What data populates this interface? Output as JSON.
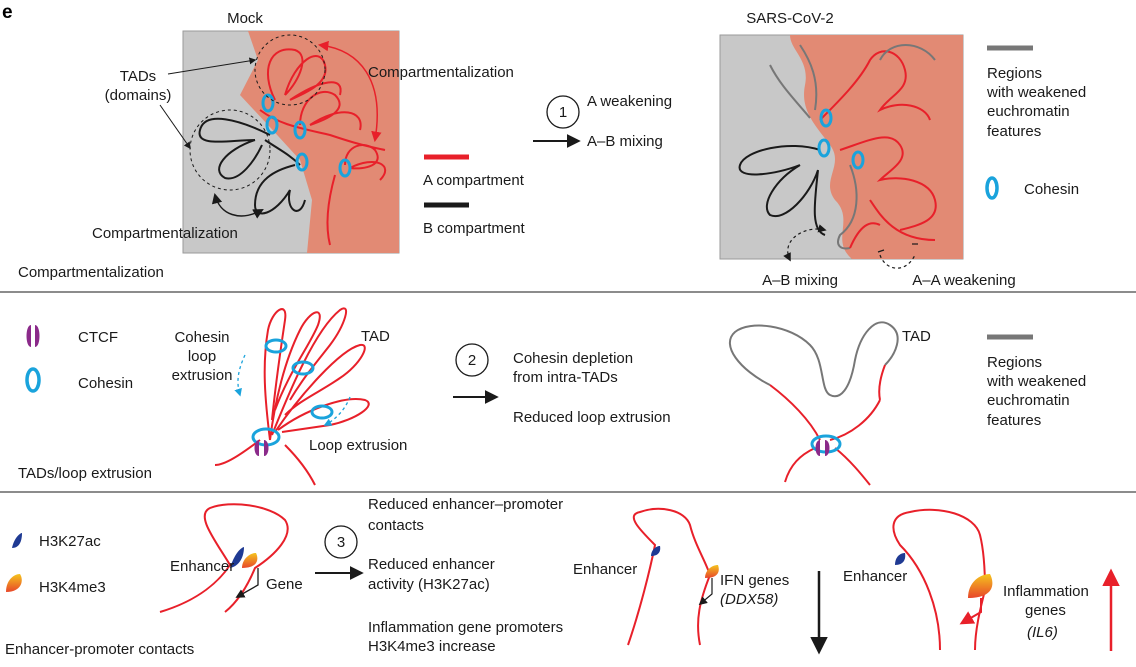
{
  "panel_letter": "e",
  "colors": {
    "a_compartment": "#e8202a",
    "b_compartment": "#1a1a1a",
    "weakened": "#777777",
    "cohesin": "#1aa3dc",
    "ctcf": "#8b2a8a",
    "h3k27ac": "#1f3a93",
    "h3k4me3_top": "#f5b41e",
    "h3k4me3_bottom": "#e8472a",
    "a_region_fill": "#e28a74",
    "b_region_fill": "#c8c8c8"
  },
  "section1": {
    "mock_title": "Mock",
    "sars_title": "SARS-CoV-2",
    "tads_label_1": "TADs",
    "tads_label_2": "(domains)",
    "compartmentalization_top": "Compartmentalization",
    "compartmentalization_bottom": "Compartmentalization",
    "legend_a": "A compartment",
    "legend_b": "B compartment",
    "step_number": "1",
    "step_line_1": "A weakening",
    "step_line_2": "A–B mixing",
    "weakened_line_1": "Regions",
    "weakened_line_2": "with weakened",
    "weakened_line_3": "euchromatin",
    "weakened_line_4": "features",
    "cohesin_label": "Cohesin",
    "ab_mixing": "A–B mixing",
    "aa_weakening": "A–A weakening",
    "section_label": "Compartmentalization"
  },
  "section2": {
    "ctcf_label": "CTCF",
    "cohesin_label": "Cohesin",
    "cohesin_loop_1": "Cohesin",
    "cohesin_loop_2": "loop",
    "cohesin_loop_3": "extrusion",
    "tad_label_left": "TAD",
    "loop_extrusion": "Loop extrusion",
    "step_number": "2",
    "step_line_1": "Cohesin depletion",
    "step_line_2": "from intra-TADs",
    "step_line_3": "Reduced loop extrusion",
    "tad_label_right": "TAD",
    "weakened_line_1": "Regions",
    "weakened_line_2": "with weakened",
    "weakened_line_3": "euchromatin",
    "weakened_line_4": "features",
    "section_label": "TADs/loop extrusion"
  },
  "section3": {
    "h3k27ac_label": "H3K27ac",
    "h3k4me3_label": "H3K4me3",
    "enhancer_left": "Enhancer",
    "gene_label": "Gene",
    "step_number": "3",
    "step_line_1": "Reduced enhancer–promoter",
    "step_line_2": "contacts",
    "step_line_3": "Reduced enhancer",
    "step_line_4": "activity (H3K27ac)",
    "step_line_5": "Inflammation gene promoters",
    "step_line_6": "H3K4me3 increase",
    "enhancer_mid": "Enhancer",
    "ifn_line_1": "IFN genes",
    "ifn_line_2": "(DDX58)",
    "enhancer_right": "Enhancer",
    "infl_line_1": "Inflammation",
    "infl_line_2": "genes",
    "infl_line_3": "(IL6)",
    "section_label": "Enhancer-promoter contacts"
  }
}
